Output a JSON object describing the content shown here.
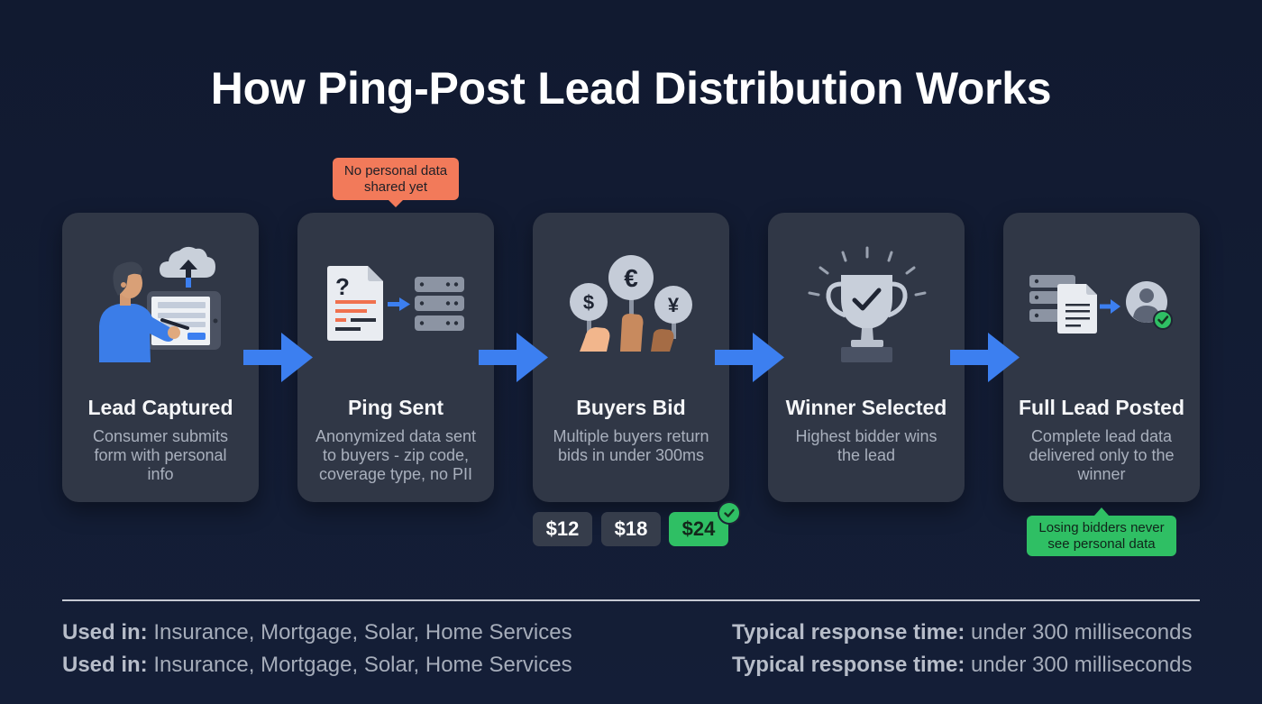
{
  "title": "How Ping-Post Lead Distribution Works",
  "colors": {
    "background": "#131c33",
    "card": "#303746",
    "accent": "#3c7ff0",
    "warning_callout": "#f27a5a",
    "success": "#2fbf64"
  },
  "steps": [
    {
      "title": "Lead Captured",
      "description": [
        "Consumer submits",
        "form with personal",
        "info"
      ],
      "icon": "user-form-cloud-upload-icon"
    },
    {
      "title": "Ping Sent",
      "description": [
        "Anonymized data sent",
        "to buyers - zip code,",
        "coverage type, no PII"
      ],
      "icon": "document-to-servers-icon",
      "icon_glyph": "?"
    },
    {
      "title": "Buyers Bid",
      "description": [
        "Multiple buyers return",
        "bids in under 300ms"
      ],
      "icon": "bid-paddles-icon",
      "icon_glyphs": [
        "$",
        "€",
        "¥"
      ]
    },
    {
      "title": "Winner Selected",
      "description": [
        "Highest bidder wins",
        "the lead"
      ],
      "icon": "trophy-check-icon"
    },
    {
      "title": "Full Lead Posted",
      "description": [
        "Complete lead data",
        "delivered only to the",
        "winner"
      ],
      "icon": "servers-document-to-user-icon"
    }
  ],
  "callouts": {
    "ping": [
      "No personal data",
      "shared yet"
    ],
    "posted": [
      "Losing bidders never",
      "see personal data"
    ]
  },
  "bids": [
    {
      "amount": "$12",
      "winner": false
    },
    {
      "amount": "$18",
      "winner": false
    },
    {
      "amount": "$24",
      "winner": true
    }
  ],
  "footer": {
    "left": [
      {
        "label": "Used in:",
        "value": " Insurance, Mortgage, Solar, Home Services"
      },
      {
        "label": "Used in:",
        "value": " Insurance, Mortgage, Solar, Home Services"
      }
    ],
    "right": [
      {
        "label": "Typical response time:",
        "value": " under 300 milliseconds"
      },
      {
        "label": "Typical response time:",
        "value": " under 300 milliseconds"
      }
    ]
  }
}
